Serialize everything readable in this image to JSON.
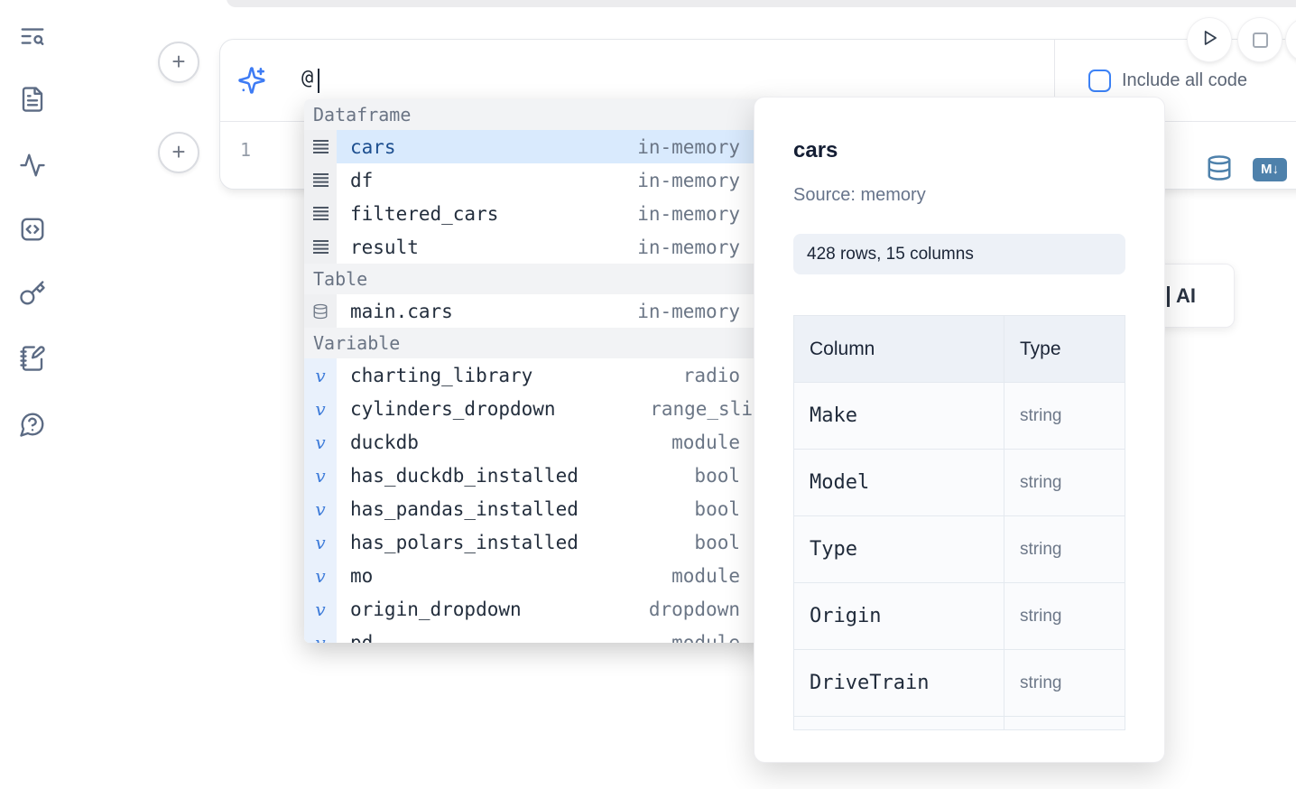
{
  "colors": {
    "accent_blue": "#3d7bf4",
    "selected_item_bg": "#d9eafd",
    "selected_item_text": "#1c4e8f",
    "steel_blue_icon": "#4e81ab",
    "sidebar_icon": "#5c6b84"
  },
  "sidebar": {
    "icons": [
      {
        "name": "text-search-icon"
      },
      {
        "name": "file-text-icon"
      },
      {
        "name": "activity-icon"
      },
      {
        "name": "code-square-icon"
      },
      {
        "name": "key-icon"
      },
      {
        "name": "notebook-pen-icon"
      },
      {
        "name": "help-chat-icon"
      }
    ]
  },
  "toolbar": {
    "run_icon": "play",
    "stop_icon": "stop"
  },
  "cell": {
    "ai_input_value": "@",
    "include_all_code_label": "Include all code",
    "checkbox_checked": false,
    "line_number": "1",
    "markdown_badge": "M↓"
  },
  "autocomplete": {
    "sections": [
      {
        "label": "Dataframe",
        "items": [
          {
            "label": "cars",
            "type": "in-memory",
            "icon": "dataframe-icon",
            "selected": true
          },
          {
            "label": "df",
            "type": "in-memory",
            "icon": "dataframe-icon"
          },
          {
            "label": "filtered_cars",
            "type": "in-memory",
            "icon": "dataframe-icon"
          },
          {
            "label": "result",
            "type": "in-memory",
            "icon": "dataframe-icon"
          }
        ]
      },
      {
        "label": "Table",
        "items": [
          {
            "label": "main.cars",
            "type": "in-memory",
            "icon": "database-icon"
          }
        ]
      },
      {
        "label": "Variable",
        "items": [
          {
            "label": "charting_library",
            "type": "radio",
            "icon": "variable-icon"
          },
          {
            "label": "cylinders_dropdown",
            "type": "range_sli",
            "icon": "variable-icon",
            "clipped": true
          },
          {
            "label": "duckdb",
            "type": "module",
            "icon": "variable-icon"
          },
          {
            "label": "has_duckdb_installed",
            "type": "bool",
            "icon": "variable-icon"
          },
          {
            "label": "has_pandas_installed",
            "type": "bool",
            "icon": "variable-icon"
          },
          {
            "label": "has_polars_installed",
            "type": "bool",
            "icon": "variable-icon"
          },
          {
            "label": "mo",
            "type": "module",
            "icon": "variable-icon"
          },
          {
            "label": "origin_dropdown",
            "type": "dropdown",
            "icon": "variable-icon"
          },
          {
            "label": "pd",
            "type": "module",
            "icon": "variable-icon",
            "partial": true
          }
        ]
      }
    ]
  },
  "preview": {
    "title": "cars",
    "source": "Source: memory",
    "shape_badge": "428 rows, 15 columns",
    "table": {
      "headers": [
        "Column",
        "Type"
      ],
      "rows": [
        [
          "Make",
          "string"
        ],
        [
          "Model",
          "string"
        ],
        [
          "Type",
          "string"
        ],
        [
          "Origin",
          "string"
        ],
        [
          "DriveTrain",
          "string"
        ]
      ]
    }
  },
  "ai_card": {
    "label": "AI"
  }
}
